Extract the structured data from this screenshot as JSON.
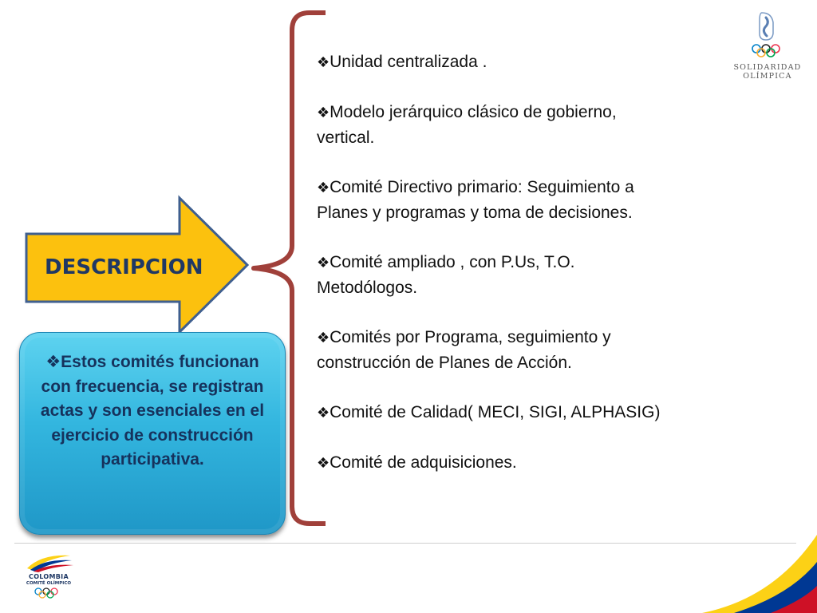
{
  "arrow": {
    "label": "DESCRIPCION",
    "fill_color": "#fcc10e",
    "stroke_color": "#3f5f8f"
  },
  "brace": {
    "color": "#a0403a"
  },
  "bullets": [
    "Unidad centralizada .",
    "Modelo jerárquico clásico de gobierno, vertical.",
    "Comité Directivo primario: Seguimiento a Planes y programas y toma de decisiones.",
    "Comité ampliado , con P.Us, T.O. Metodólogos.",
    "Comités por Programa, seguimiento y construcción de Planes de Acción.",
    "Comité de Calidad( MECI, SIGI, ALPHASIG)",
    "Comité de adquisiciones."
  ],
  "bullet_marker": "❖",
  "callout": {
    "text": "Estos comités funcionan con frecuencia, se registran actas y son esenciales en el ejercicio de construcción participativa.",
    "bg_color": "#33b6df",
    "text_color": "#16325c"
  },
  "logos": {
    "top_right": {
      "icon": "olympic-solidarity-icon",
      "line1": "SOLIDARIDAD",
      "line2": "OLÍMPICA"
    },
    "bottom_left": {
      "icon": "colombia-olympic-committee-icon",
      "name": "COLOMBIA",
      "sub": "COMITÉ OLÍMPICO"
    }
  },
  "flag_colors": {
    "yellow": "#fcd116",
    "blue": "#003893",
    "red": "#ce1126"
  }
}
